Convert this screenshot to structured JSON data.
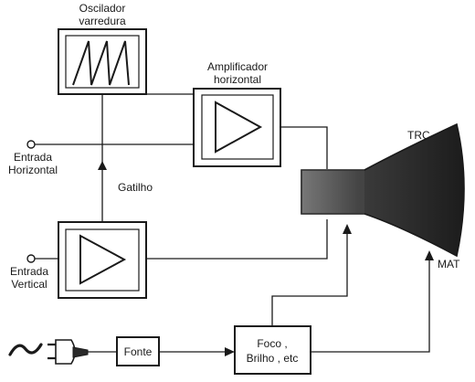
{
  "blocks": {
    "oscillator": [
      "Oscilador",
      "varredura"
    ],
    "amplifier": [
      "Amplificador",
      "horizontal"
    ],
    "fonte": "Fonte",
    "foco": [
      "Foco ,",
      "Brilho , etc"
    ]
  },
  "labels": {
    "horizontal_input": [
      "Entrada",
      "Horizontal"
    ],
    "vertical_input": [
      "Entrada",
      "Vertical"
    ],
    "trigger": "Gatilho",
    "crt": "TRC",
    "mat": "MAT"
  },
  "icons": {
    "ac_wave": "tilde-wave-icon",
    "plug": "power-plug-icon",
    "crt": "crt-tube-icon",
    "sawtooth": "sawtooth-wave-icon",
    "amplifier": "amplifier-triangle-icon"
  }
}
